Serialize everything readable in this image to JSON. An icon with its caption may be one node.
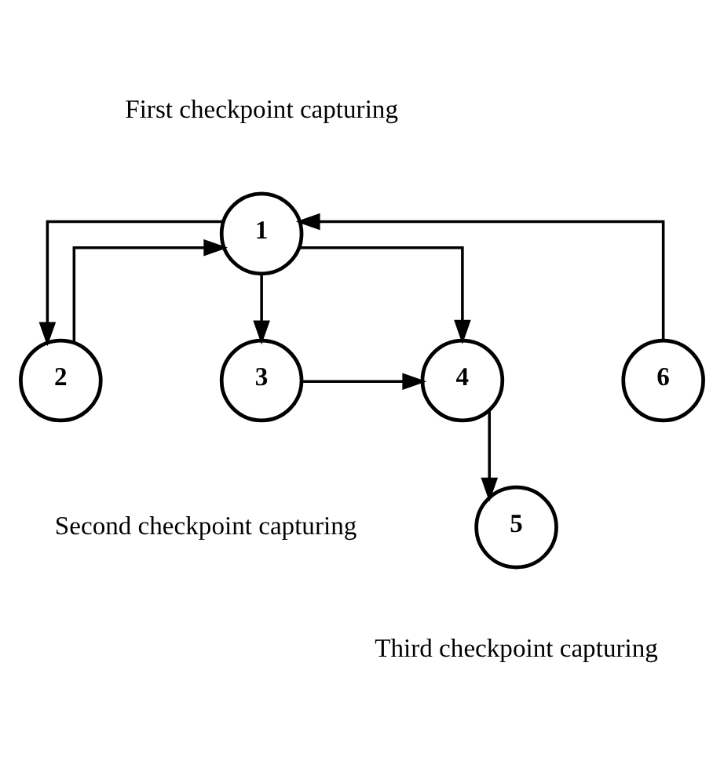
{
  "diagram": {
    "nodes": [
      {
        "text": [
          "1"
        ],
        "beside": [
          "First checkpoint capturing"
        ]
      },
      {
        "text": [
          "2"
        ]
      },
      {
        "text": [
          "3"
        ],
        "beside": [
          "Second checkpoint capturing"
        ]
      },
      {
        "text": [
          "4"
        ]
      },
      {
        "text": [
          "5"
        ],
        "beside": [
          "Third checkpoint capturing"
        ]
      },
      {
        "text": [
          "6"
        ]
      }
    ],
    "edges": [
      {
        "from": 1,
        "to": 0,
        "arrow": "to"
      },
      {
        "from": 0,
        "to": 1,
        "arrow": "to"
      },
      {
        "from": 0,
        "to": 2,
        "arrow": "to"
      },
      {
        "from": 0,
        "to": 3,
        "arrow": "to"
      },
      {
        "from": 5,
        "to": 0,
        "arrow": "to"
      },
      {
        "from": 2,
        "to": 3,
        "arrow": "to"
      },
      {
        "from": 3,
        "to": 4,
        "arrow": "to"
      }
    ]
  }
}
